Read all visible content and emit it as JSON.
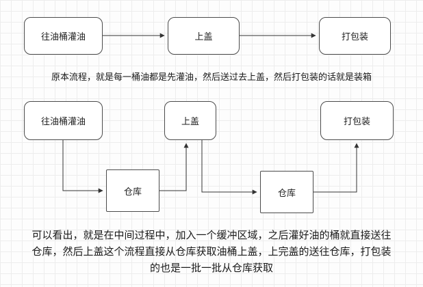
{
  "colors": {
    "line": "#333333",
    "box_border": "#4a4a4a",
    "text": "#1f1f1f",
    "grid": "#ededed",
    "background": "#fdfdfd"
  },
  "flow1": {
    "nodes": [
      "往油桶灌油",
      "上盖",
      "打包装"
    ]
  },
  "caption1": "原本流程，就是每一桶油都是先灌油，然后送过去上盖，然后打包装的话就是装箱",
  "flow2": {
    "fill": "往油桶灌油",
    "lid": "上盖",
    "pack": "打包装",
    "warehouse1": "仓库",
    "warehouse2": "仓库"
  },
  "caption2": "可以看出，就是在中间过程中，加入一个缓冲区域，之后灌好油的桶就直接送往仓库，然后上盖这个流程直接从仓库获取油桶上盖，上完盖的送往仓库，打包装的也是一批一批从仓库获取"
}
